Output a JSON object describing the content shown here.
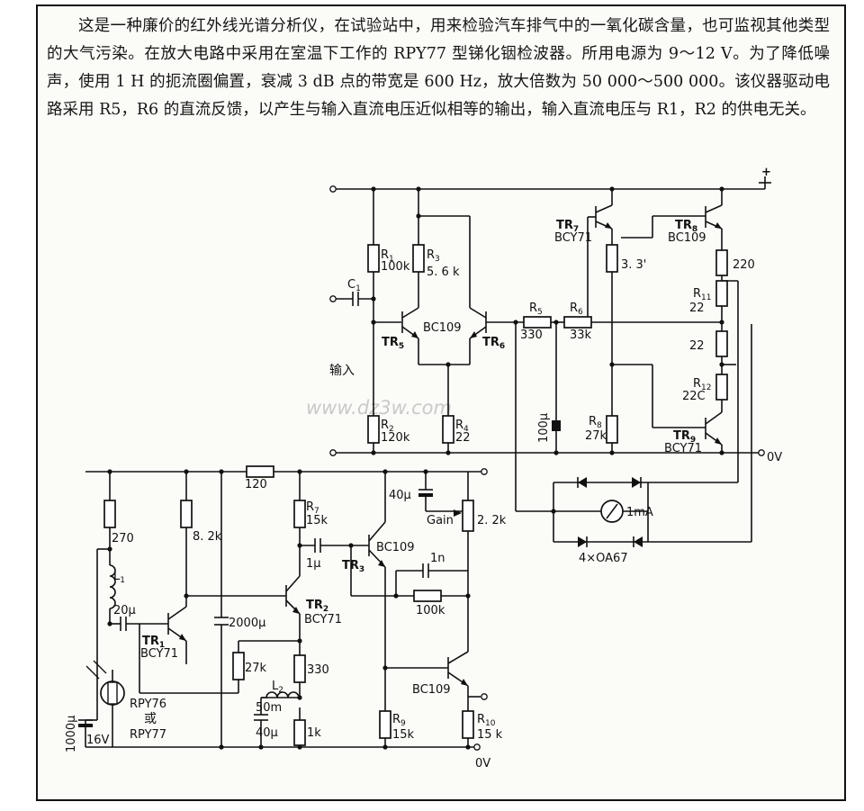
{
  "description": "这是一种廉价的红外线光谱分析仪，在试验站中，用来检验汽车排气中的一氧化碳含量，也可监视其他类型的大气污染。在放大电路中采用在室温下工作的 RPY77 型锑化铟检波器。所用电源为 9～12 V。为了降低噪声，使用 1 H 的扼流圈偏置，衰减 3 dB 点的带宽是 600 Hz，放大倍数为 50 000～500 000。该仪器驱动电路采用 R5，R6 的直流反馈，以产生与输入直流电压近似相等的输出，输入直流电压与 R1，R2 的供电无关。",
  "watermark": "www.dz3w.com",
  "labels": {
    "plus": "+",
    "zero_v_right": "0V",
    "zero_v_bottom": "0V",
    "input": "输入",
    "c1": "C",
    "c1_sub": "1",
    "r1": "R",
    "r1_sub": "1",
    "r1_val": "100k",
    "r3": "R",
    "r3_sub": "3",
    "r3_val": "5. 6  k",
    "r2": "R",
    "r2_sub": "2",
    "r2_val": "120k",
    "r4": "R",
    "r4_sub": "4",
    "r4_val": "22",
    "tr5": "TR",
    "tr5_sub": "5",
    "tr5_model": "BC109",
    "tr6": "TR",
    "tr6_sub": "6",
    "r5": "R",
    "r5_sub": "5",
    "r5_val": "330",
    "r6": "R",
    "r6_sub": "6",
    "r6_val": "33k",
    "cap100": "100μ",
    "tr7": "TR",
    "tr7_sub": "7",
    "tr7_model": "BCY71",
    "r_33": "3. 3'",
    "r8": "R",
    "r8_sub": "8",
    "r8_val": "27k",
    "tr8": "TR",
    "tr8_sub": "8",
    "tr8_model": "BC109",
    "r_220": "220",
    "r11": "R",
    "r11_sub": "11",
    "r11_val": "22",
    "r_22": "22",
    "r12": "R",
    "r12_sub": "12",
    "r12_val": "22C",
    "tr9": "TR",
    "tr9_sub": "9",
    "tr9_model": "BCY71",
    "meter": "1mA",
    "diodes": "4×OA67",
    "r_270": "270",
    "l1": "L",
    "l1_sub": "1",
    "c_20": "20μ",
    "tr1": "TR",
    "tr1_sub": "1",
    "tr1_model": "BCY71",
    "det1": "RPY76",
    "det_or": "或",
    "det2": "RPY77",
    "c_1000": "1000μ",
    "v16": "16V",
    "r_82": "8. 2k",
    "c_2000": "2000μ",
    "r_120": "120",
    "r7": "R",
    "r7_sub": "7",
    "r7_val": "15k",
    "tr2": "TR",
    "tr2_sub": "2",
    "tr2_model": "BCY71",
    "c_1u": "1μ",
    "r_27k": "27k",
    "r_330": "330",
    "l2": "L",
    "l2_sub": "2",
    "l2_val": "50m",
    "c_40b": "40μ",
    "r_1k": "1k",
    "c_40": "40μ",
    "gain": "Gain",
    "pot_val": "2. 2k",
    "tr3": "TR",
    "tr3_sub": "3",
    "tr3_model": "BC109",
    "c_1n": "1n",
    "r_100k": "100k",
    "tr4_model": "BC109",
    "r9": "R",
    "r9_sub": "9",
    "r9_val": "15k",
    "r10": "R",
    "r10_sub": "10",
    "r10_val": "15  k"
  }
}
